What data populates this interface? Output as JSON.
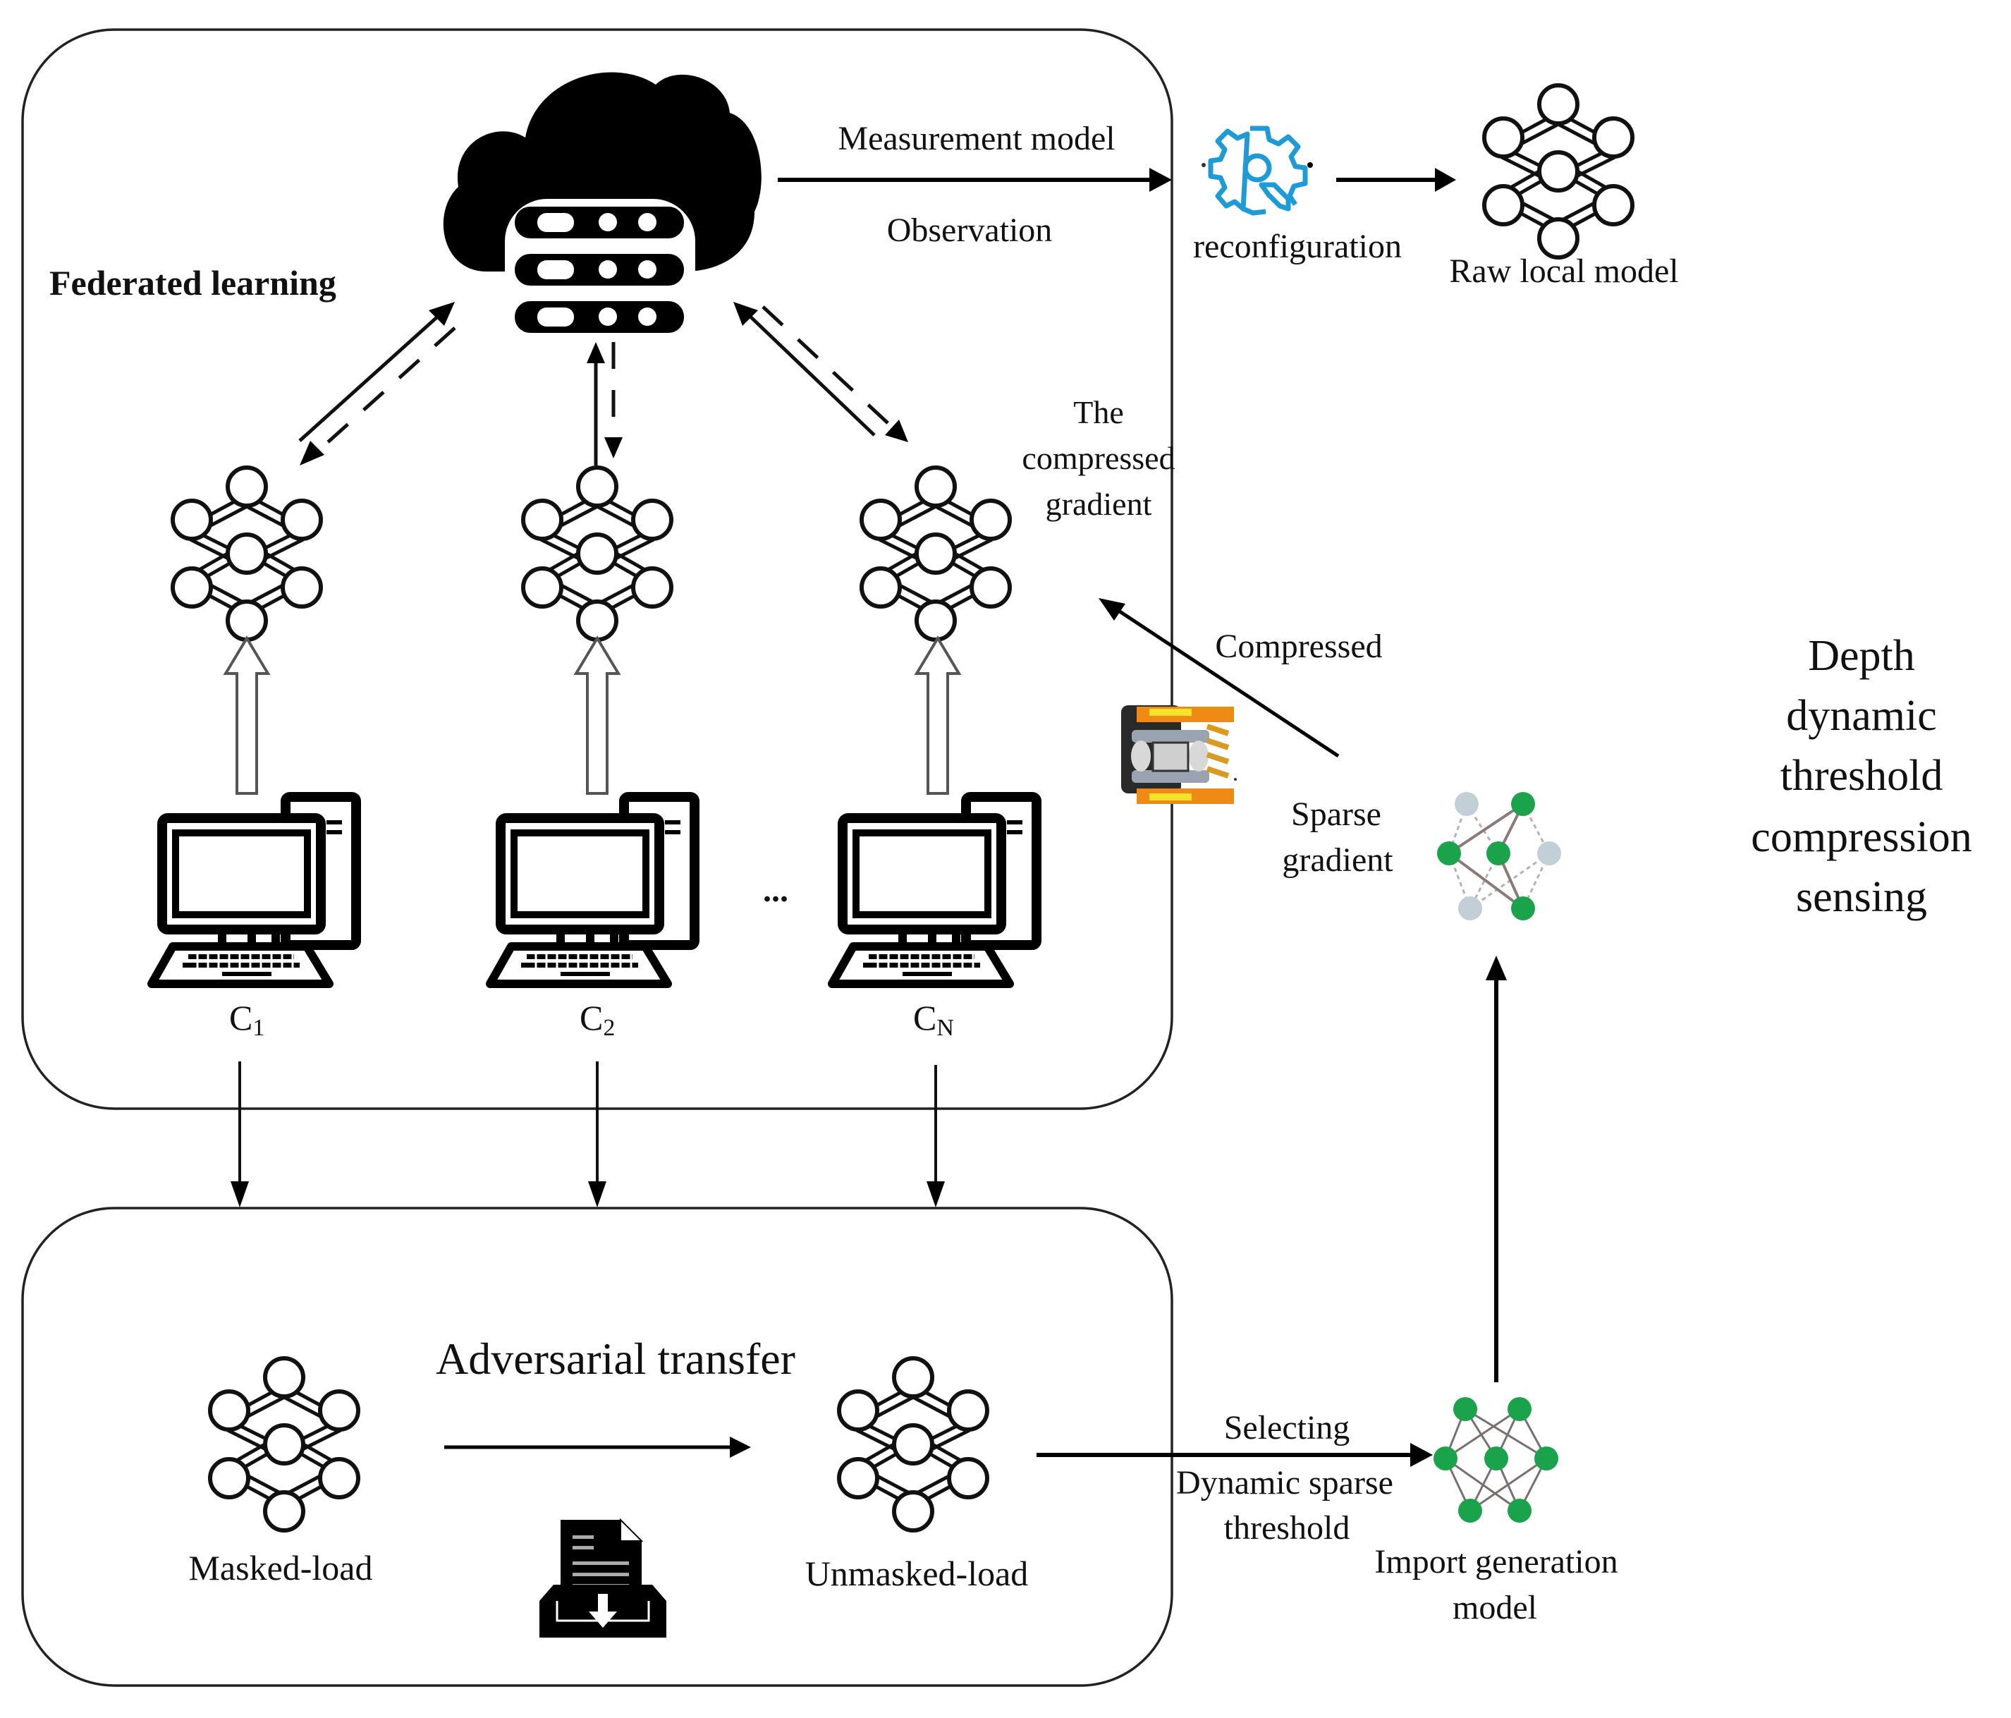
{
  "figure": {
    "federated_box": {
      "title": "Federated learning",
      "arrows_to_server": [
        {
          "from": "client-1-model",
          "to": "cloud-server",
          "style": "solid-and-dashed"
        },
        {
          "from": "client-2-model",
          "to": "cloud-server",
          "style": "solid-and-dashed"
        },
        {
          "from": "client-n-model",
          "to": "cloud-server",
          "style": "solid-and-dashed"
        }
      ],
      "compressed_gradient_label": [
        "The",
        "compressed",
        "gradient"
      ],
      "clients": [
        {
          "label_main": "C",
          "label_sub": "1"
        },
        {
          "label_main": "C",
          "label_sub": "2"
        },
        {
          "label_main": "C",
          "label_sub": "N"
        }
      ],
      "ellipsis": "..."
    },
    "top_flow": {
      "arrow_label_top": "Measurement model",
      "arrow_label_bottom": "Observation",
      "reconfiguration_label": "reconfiguration",
      "raw_model_label": "Raw local model",
      "gear_color": "#1e9bd7"
    },
    "compression": {
      "compressed_label": "Compressed",
      "sparse_label": [
        "Sparse",
        "gradient"
      ],
      "side_title": [
        "Depth",
        "dynamic",
        "threshold",
        "compression",
        "sensing"
      ],
      "active_node_color": "#1aa34a",
      "inactive_node_color": "#c3cfd6"
    },
    "adversarial_box": {
      "title": "Adversarial transfer",
      "masked_label": "Masked-load",
      "unmasked_label": "Unmasked-load"
    },
    "generation": {
      "selecting_label": "Selecting",
      "threshold_label": [
        "Dynamic sparse",
        "threshold"
      ],
      "import_label": [
        "Import generation",
        "model"
      ]
    }
  }
}
